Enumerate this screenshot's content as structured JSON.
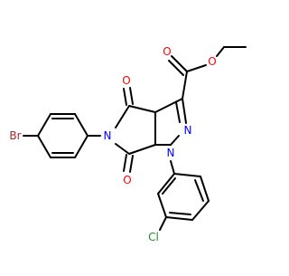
{
  "atoms": [
    {
      "id": "Br",
      "label": "Br",
      "color": "#a52a2a"
    },
    {
      "id": "Cl",
      "label": "Cl",
      "color": "#228b22"
    },
    {
      "id": "N_imide",
      "label": "N",
      "color": "#0000ff"
    },
    {
      "id": "N1",
      "label": "N",
      "color": "#0000ff"
    },
    {
      "id": "N2",
      "label": "N",
      "color": "#0000ff"
    },
    {
      "id": "O_ketone_top",
      "label": "O",
      "color": "#ff0000"
    },
    {
      "id": "O_ketone_bottom",
      "label": "O",
      "color": "#ff0000"
    },
    {
      "id": "O_ester_carbonyl",
      "label": "O",
      "color": "#ff0000"
    },
    {
      "id": "O_ester_ether",
      "label": "O",
      "color": "#ff0000"
    }
  ],
  "colors": {
    "bond": "#000000",
    "background": "#ffffff"
  }
}
